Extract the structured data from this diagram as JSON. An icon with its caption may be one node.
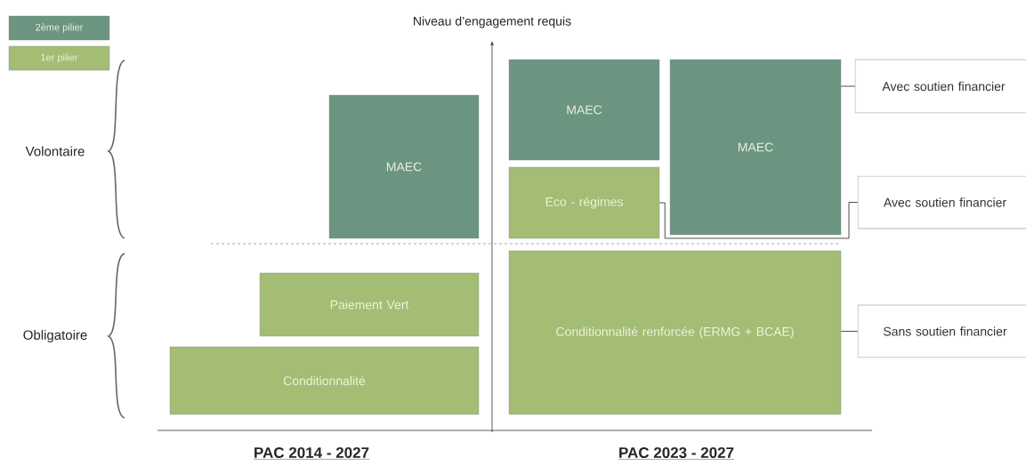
{
  "diagram": {
    "nodes": [
      {
        "text": [
          "MAEC"
        ]
      },
      {
        "text": [
          "Paiement Vert"
        ]
      },
      {
        "text": [
          "Conditionnalité"
        ]
      },
      {
        "text": [
          "MAEC"
        ]
      },
      {
        "text": [
          "Eco - régimes"
        ]
      },
      {
        "text": [
          "MAEC"
        ]
      },
      {
        "text": [
          "Conditionnalité renforcée (ERMG + BCAE)"
        ]
      },
      {
        "text": [
          "Avec soutien financier"
        ]
      },
      {
        "text": [
          "Avec soutien financier"
        ]
      },
      {
        "text": [
          "Sans soutien financier"
        ]
      }
    ],
    "edges": [
      {
        "from": 5,
        "to": 7,
        "arrow": "none"
      },
      {
        "from": 4,
        "to": 8,
        "arrow": "none"
      },
      {
        "from": 6,
        "to": 9,
        "arrow": "none"
      }
    ],
    "labels": [
      "Niveau d’engagement requis",
      "Volontaire",
      "Obligatoire",
      "PAC 2014 - 2027",
      "PAC 2023 - 2027"
    ],
    "legend": [
      {
        "text": "2ème pilier",
        "color": "#6b9580"
      },
      {
        "text": "1er pilier",
        "color": "#a3bd74"
      }
    ]
  }
}
